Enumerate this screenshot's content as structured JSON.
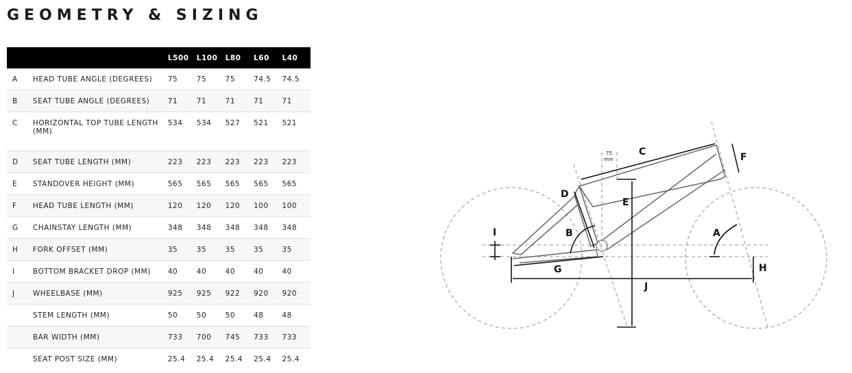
{
  "title": "GEOMETRY & SIZING",
  "sizes": [
    "L500",
    "L100",
    "L80",
    "L60",
    "L40"
  ],
  "rows": [
    {
      "key": "A",
      "label": "HEAD TUBE ANGLE (DEGREES)",
      "values": [
        "75",
        "75",
        "75",
        "74.5",
        "74.5"
      ]
    },
    {
      "key": "B",
      "label": "SEAT TUBE ANGLE (DEGREES)",
      "values": [
        "71",
        "71",
        "71",
        "71",
        "71"
      ]
    },
    {
      "key": "C",
      "label": "HORIZONTAL TOP TUBE LENGTH (MM)",
      "values": [
        "534",
        "534",
        "527",
        "521",
        "521"
      ]
    },
    {
      "key": "D",
      "label": "SEAT TUBE LENGTH (MM)",
      "values": [
        "223",
        "223",
        "223",
        "223",
        "223"
      ]
    },
    {
      "key": "E",
      "label": "STANDOVER HEIGHT (MM)",
      "values": [
        "565",
        "565",
        "565",
        "565",
        "565"
      ]
    },
    {
      "key": "F",
      "label": "HEAD TUBE LENGTH (MM)",
      "values": [
        "120",
        "120",
        "120",
        "100",
        "100"
      ]
    },
    {
      "key": "G",
      "label": "CHAINSTAY LENGTH (MM)",
      "values": [
        "348",
        "348",
        "348",
        "348",
        "348"
      ]
    },
    {
      "key": "H",
      "label": "FORK OFFSET (MM)",
      "values": [
        "35",
        "35",
        "35",
        "35",
        "35"
      ]
    },
    {
      "key": "I",
      "label": "BOTTOM BRACKET DROP (MM)",
      "values": [
        "40",
        "40",
        "40",
        "40",
        "40"
      ]
    },
    {
      "key": "J",
      "label": "WHEELBASE (MM)",
      "values": [
        "925",
        "925",
        "922",
        "920",
        "920"
      ]
    },
    {
      "key": "",
      "label": "STEM LENGTH (MM)",
      "values": [
        "50",
        "50",
        "50",
        "48",
        "48"
      ]
    },
    {
      "key": "",
      "label": "BAR WIDTH (MM)",
      "values": [
        "733",
        "700",
        "745",
        "733",
        "733"
      ]
    },
    {
      "key": "",
      "label": "SEAT POST SIZE (MM)",
      "values": [
        "25.4",
        "25.4",
        "25.4",
        "25.4",
        "25.4"
      ]
    }
  ],
  "diagram": {
    "labels": [
      "A",
      "B",
      "C",
      "D",
      "E",
      "F",
      "G",
      "H",
      "I",
      "J"
    ],
    "offset_value": "75",
    "offset_unit": "mm"
  }
}
